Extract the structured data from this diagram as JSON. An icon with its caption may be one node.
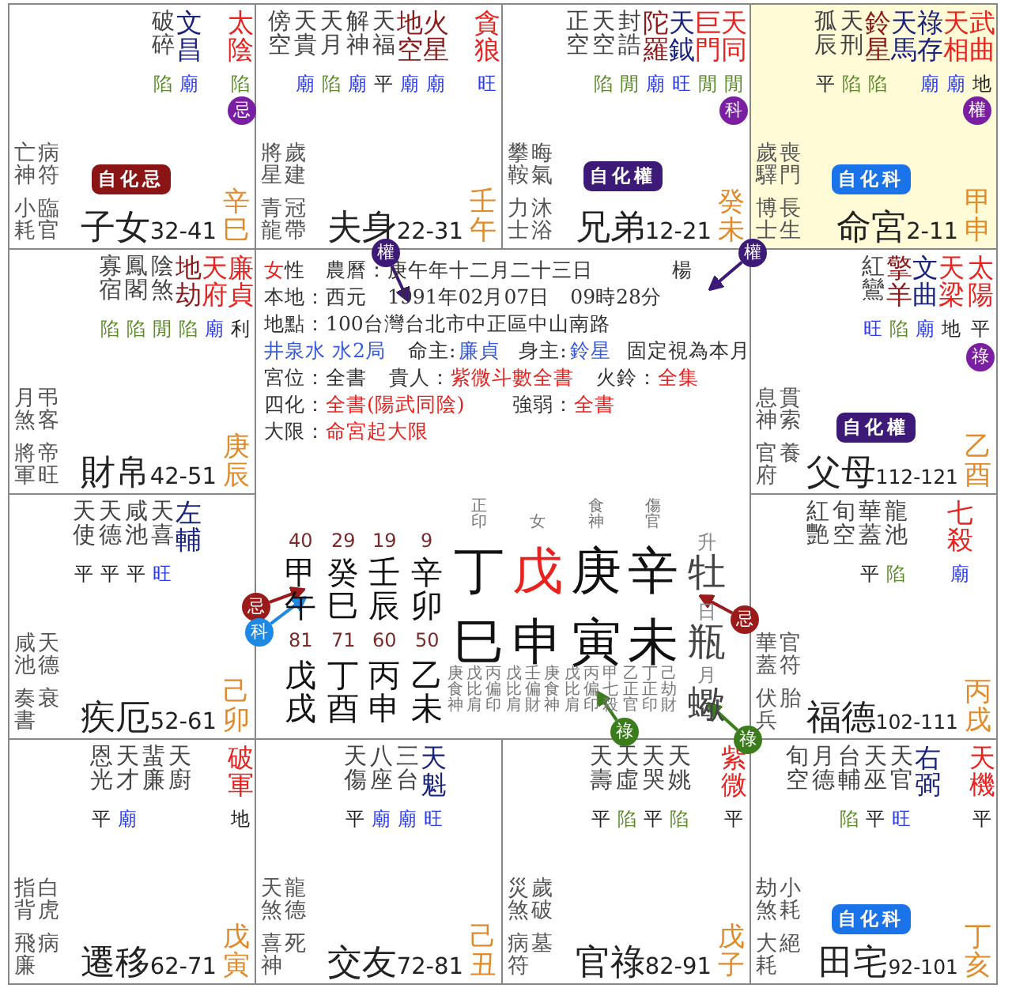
{
  "diagram": {
    "nodes": [
      {
        "text": [
          "破碎",
          "文昌",
          "太陰",
          "陷",
          "廟",
          "陷",
          "亡神",
          "病符",
          "小耗",
          "臨官",
          "子女",
          "32-41",
          "辛巳"
        ]
      },
      {
        "text": [
          "傍空",
          "天貴",
          "天月",
          "解神",
          "天福",
          "地空",
          "火星",
          "貪狼",
          "廟",
          "陷",
          "廟",
          "平",
          "廟",
          "廟",
          "旺",
          "將星",
          "歲建",
          "青龍",
          "冠帶",
          "夫身",
          "22-31",
          "壬午"
        ]
      },
      {
        "text": [
          "正空",
          "天空",
          "封誥",
          "陀羅",
          "天鉞",
          "巨門",
          "天同",
          "陷",
          "閒",
          "廟",
          "旺",
          "閒",
          "閒",
          "攀鞍",
          "晦氣",
          "力士",
          "沐浴",
          "兄弟",
          "12-21",
          "癸未"
        ]
      },
      {
        "text": [
          "孤辰",
          "天刑",
          "鈴星",
          "天馬",
          "祿存",
          "天相",
          "武曲",
          "平",
          "陷",
          "陷",
          "廟",
          "廟",
          "地",
          "歲驛",
          "喪門",
          "博士",
          "長生",
          "命宮",
          "2-11",
          "甲申"
        ]
      },
      {
        "text": [
          "寡宿",
          "鳳閣",
          "陰煞",
          "地劫",
          "天府",
          "廉貞",
          "陷",
          "陷",
          "閒",
          "陷",
          "廟",
          "利",
          "月煞",
          "弔客",
          "將軍",
          "帝旺",
          "財帛",
          "42-51",
          "庚辰"
        ]
      },
      {
        "text": [
          "女",
          "性　農曆：庚午年十二月二十三日",
          "楊",
          "本地：西元　1991年02月07日　09時28分",
          "地點：100台灣台北市中正區中山南路",
          "井泉水 水2局",
          "命主:",
          "廉貞",
          "身主:",
          "鈴星",
          "固定視為本月",
          "宮位：全書",
          "貴人：",
          "紫微斗數全書",
          "火鈴：",
          "全集",
          "四化：",
          "全書(陽武同陰)",
          "強弱：",
          "全書",
          "大限：",
          "命宮起大限"
        ]
      },
      {
        "text": [
          "紅鸞",
          "擎羊",
          "文曲",
          "天梁",
          "太陽",
          "旺",
          "陷",
          "廟",
          "地",
          "平",
          "息神",
          "貫索",
          "官府",
          "養",
          "父母",
          "112-121",
          "乙酉"
        ]
      },
      {
        "text": [
          "天使",
          "天德",
          "咸池",
          "天喜",
          "左輔",
          "平",
          "平",
          "平",
          "旺",
          "咸池",
          "天德",
          "奏書",
          "衰",
          "疾厄",
          "52-61",
          "己卯"
        ]
      },
      {
        "text": [
          "紅艷",
          "旬空",
          "華蓋",
          "龍池",
          "七殺",
          "平",
          "陷",
          "廟",
          "華蓋",
          "官符",
          "伏兵",
          "胎",
          "福德",
          "102-111",
          "丙戌"
        ]
      },
      {
        "text": [
          "恩光",
          "天才",
          "蜚廉",
          "天廚",
          "破軍",
          "平",
          "廟",
          "地",
          "指背",
          "白虎",
          "飛廉",
          "病",
          "遷移",
          "62-71",
          "戊寅"
        ]
      },
      {
        "text": [
          "天傷",
          "八座",
          "三台",
          "天魁",
          "平",
          "廟",
          "廟",
          "旺",
          "天煞",
          "龍德",
          "喜神",
          "死",
          "交友",
          "72-81",
          "己丑"
        ]
      },
      {
        "text": [
          "天壽",
          "天虛",
          "天哭",
          "天姚",
          "紫微",
          "平",
          "陷",
          "平",
          "陷",
          "平",
          "災煞",
          "歲破",
          "病符",
          "墓",
          "官祿",
          "82-91",
          "戊子"
        ]
      },
      {
        "text": [
          "旬空",
          "月德",
          "台輔",
          "天巫",
          "天官",
          "右弼",
          "天機",
          "陷",
          "平",
          "旺",
          "平",
          "劫煞",
          "小耗",
          "大耗",
          "絕",
          "田宅",
          "92-101",
          "丁亥"
        ]
      },
      {
        "text": [
          "自化忌"
        ],
        "in": 0
      },
      {
        "text": [
          "忌"
        ],
        "in": 0
      },
      {
        "text": [
          "自化權"
        ],
        "in": 2
      },
      {
        "text": [
          "科"
        ],
        "in": 2
      },
      {
        "text": [
          "自化科"
        ],
        "in": 3
      },
      {
        "text": [
          "權"
        ],
        "in": 3
      },
      {
        "text": [
          "自化權"
        ],
        "in": 6
      },
      {
        "text": [
          "祿"
        ],
        "in": 6
      },
      {
        "text": [
          "自化科"
        ],
        "in": 12
      },
      {
        "text": [
          "權"
        ]
      },
      {
        "text": [
          "權"
        ]
      },
      {
        "text": [
          "忌"
        ]
      },
      {
        "text": [
          "科"
        ]
      },
      {
        "text": [
          "忌"
        ]
      },
      {
        "text": [
          "祿"
        ]
      },
      {
        "text": [
          "祿"
        ]
      }
    ],
    "edges": [
      {
        "from": 22,
        "to": 5,
        "arrow": "to",
        "color": "#3d1a78"
      },
      {
        "from": 23,
        "to": 5,
        "arrow": "to",
        "color": "#3d1a78"
      },
      {
        "from": 24,
        "to": 5,
        "arrow": "to",
        "color": "#9b1b1b"
      },
      {
        "from": 25,
        "to": 5,
        "arrow": "to",
        "color": "#1e88e5"
      },
      {
        "from": 26,
        "to": 5,
        "arrow": "to",
        "color": "#9b1b1b"
      },
      {
        "from": 27,
        "to": 5,
        "arrow": "to",
        "color": "#3b7d1c"
      },
      {
        "from": 28,
        "to": 5,
        "arrow": "to",
        "color": "#3b7d1c"
      }
    ],
    "labels": [
      "40",
      "29",
      "19",
      "9",
      "甲午",
      "癸巳",
      "壬辰",
      "辛卯",
      "81",
      "71",
      "60",
      "50",
      "戊戌",
      "丁酉",
      "丙申",
      "乙未",
      "正印",
      "女",
      "食神",
      "傷官",
      "丁",
      "戊",
      "庚",
      "辛",
      "巳",
      "申",
      "寅",
      "未",
      "庚食神",
      "戊比肩",
      "丙偏印",
      "戊比肩",
      "壬偏財",
      "庚食神",
      "戊比肩",
      "丙偏印",
      "甲七殺",
      "乙正官",
      "丁正印",
      "己劫財",
      "升",
      "牡",
      "日",
      "瓶",
      "月",
      "蠍"
    ]
  }
}
